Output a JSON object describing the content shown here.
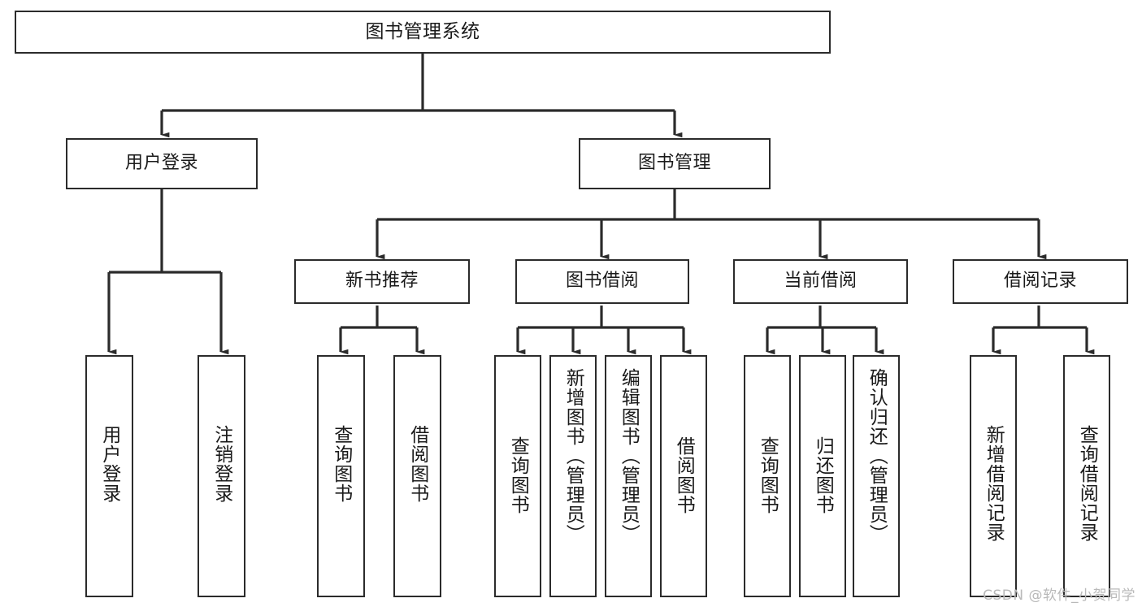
{
  "diagram": {
    "title": "图书管理系统",
    "type": "tree",
    "orientation": "top-down",
    "line_color": "#2b2b2b",
    "box_fill": "#ffffff",
    "box_border": "#2b2b2b",
    "root": {
      "label": "图书管理系统",
      "children": [
        {
          "label": "用户登录",
          "children": [
            {
              "label": "用户登录"
            },
            {
              "label": "注销登录"
            }
          ]
        },
        {
          "label": "图书管理",
          "children": [
            {
              "label": "新书推荐",
              "children": [
                {
                  "label": "查询图书"
                },
                {
                  "label": "借阅图书"
                }
              ]
            },
            {
              "label": "图书借阅",
              "children": [
                {
                  "label": "查询图书"
                },
                {
                  "label": "新增图书（管理员）"
                },
                {
                  "label": "编辑图书（管理员）"
                },
                {
                  "label": "借阅图书"
                }
              ]
            },
            {
              "label": "当前借阅",
              "children": [
                {
                  "label": "查询图书"
                },
                {
                  "label": "归还图书"
                },
                {
                  "label": "确认归还（管理员）"
                }
              ]
            },
            {
              "label": "借阅记录",
              "children": [
                {
                  "label": "新增借阅记录"
                },
                {
                  "label": "查询借阅记录"
                }
              ]
            }
          ]
        }
      ]
    }
  },
  "nodes": {
    "root": "图书管理系统",
    "l1": {
      "user_login": "用户登录",
      "book_manage": "图书管理"
    },
    "l2": {
      "new_book_rec": "新书推荐",
      "book_borrow": "图书借阅",
      "current_borrow": "当前借阅",
      "borrow_record": "借阅记录"
    },
    "leaves": {
      "user_login_1": "用户登录",
      "user_login_2": "注销登录",
      "new_book_1": "查询图书",
      "new_book_2": "借阅图书",
      "borrow_1": "查询图书",
      "borrow_2": "新增图书（管理员）",
      "borrow_3": "编辑图书（管理员）",
      "borrow_4": "借阅图书",
      "current_1": "查询图书",
      "current_2": "归还图书",
      "current_3": "确认归还（管理员）",
      "record_1": "新增借阅记录",
      "record_2": "查询借阅记录"
    }
  },
  "watermark": {
    "text": "CSDN @软件_小贺同学"
  }
}
